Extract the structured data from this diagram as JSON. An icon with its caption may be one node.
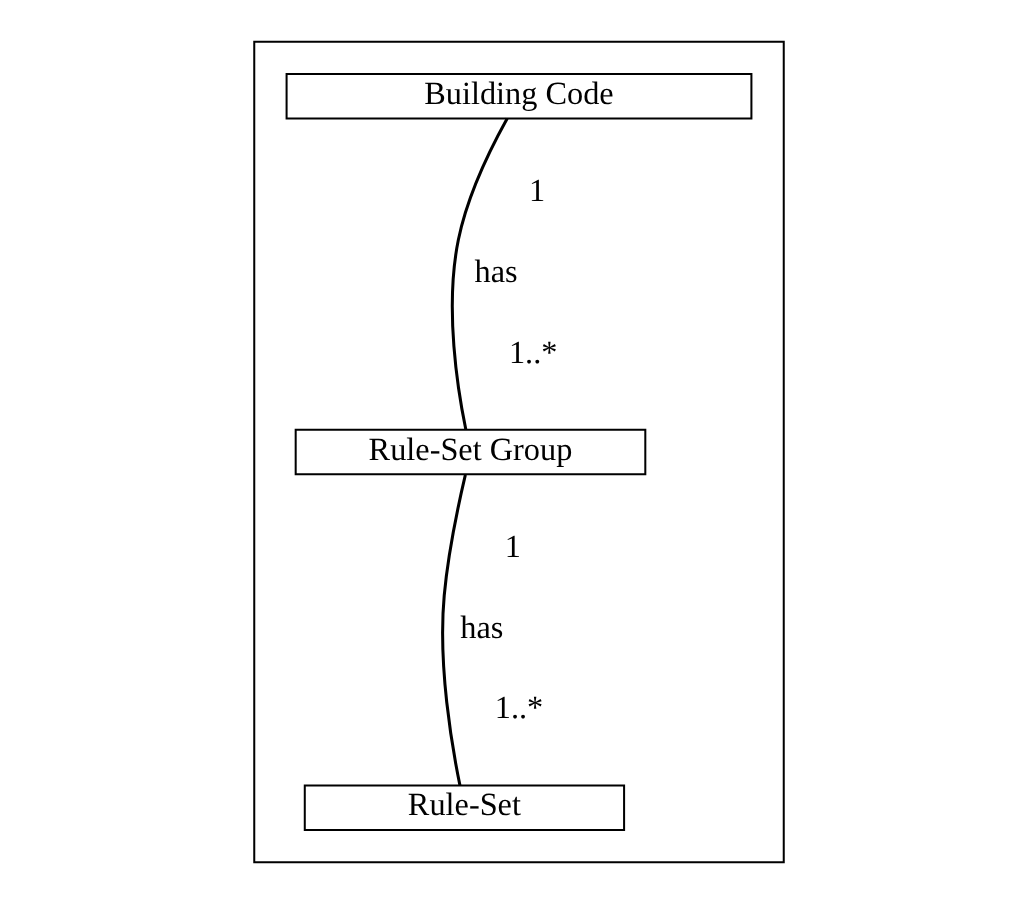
{
  "diagram": {
    "nodes": [
      {
        "text": [],
        "shape": "box"
      },
      {
        "text": [
          "Building Code"
        ],
        "in": 0
      },
      {
        "text": [
          "Rule-Set Group"
        ],
        "in": 0
      },
      {
        "text": [
          "Rule-Set"
        ],
        "in": 0
      }
    ],
    "edges": [
      {
        "from": 1,
        "to": 2,
        "arrow": "none",
        "label": "has"
      },
      {
        "from": 2,
        "to": 3,
        "arrow": "none",
        "label": "has"
      }
    ],
    "labels": [
      "1",
      "1..*",
      "1",
      "1..*"
    ]
  }
}
